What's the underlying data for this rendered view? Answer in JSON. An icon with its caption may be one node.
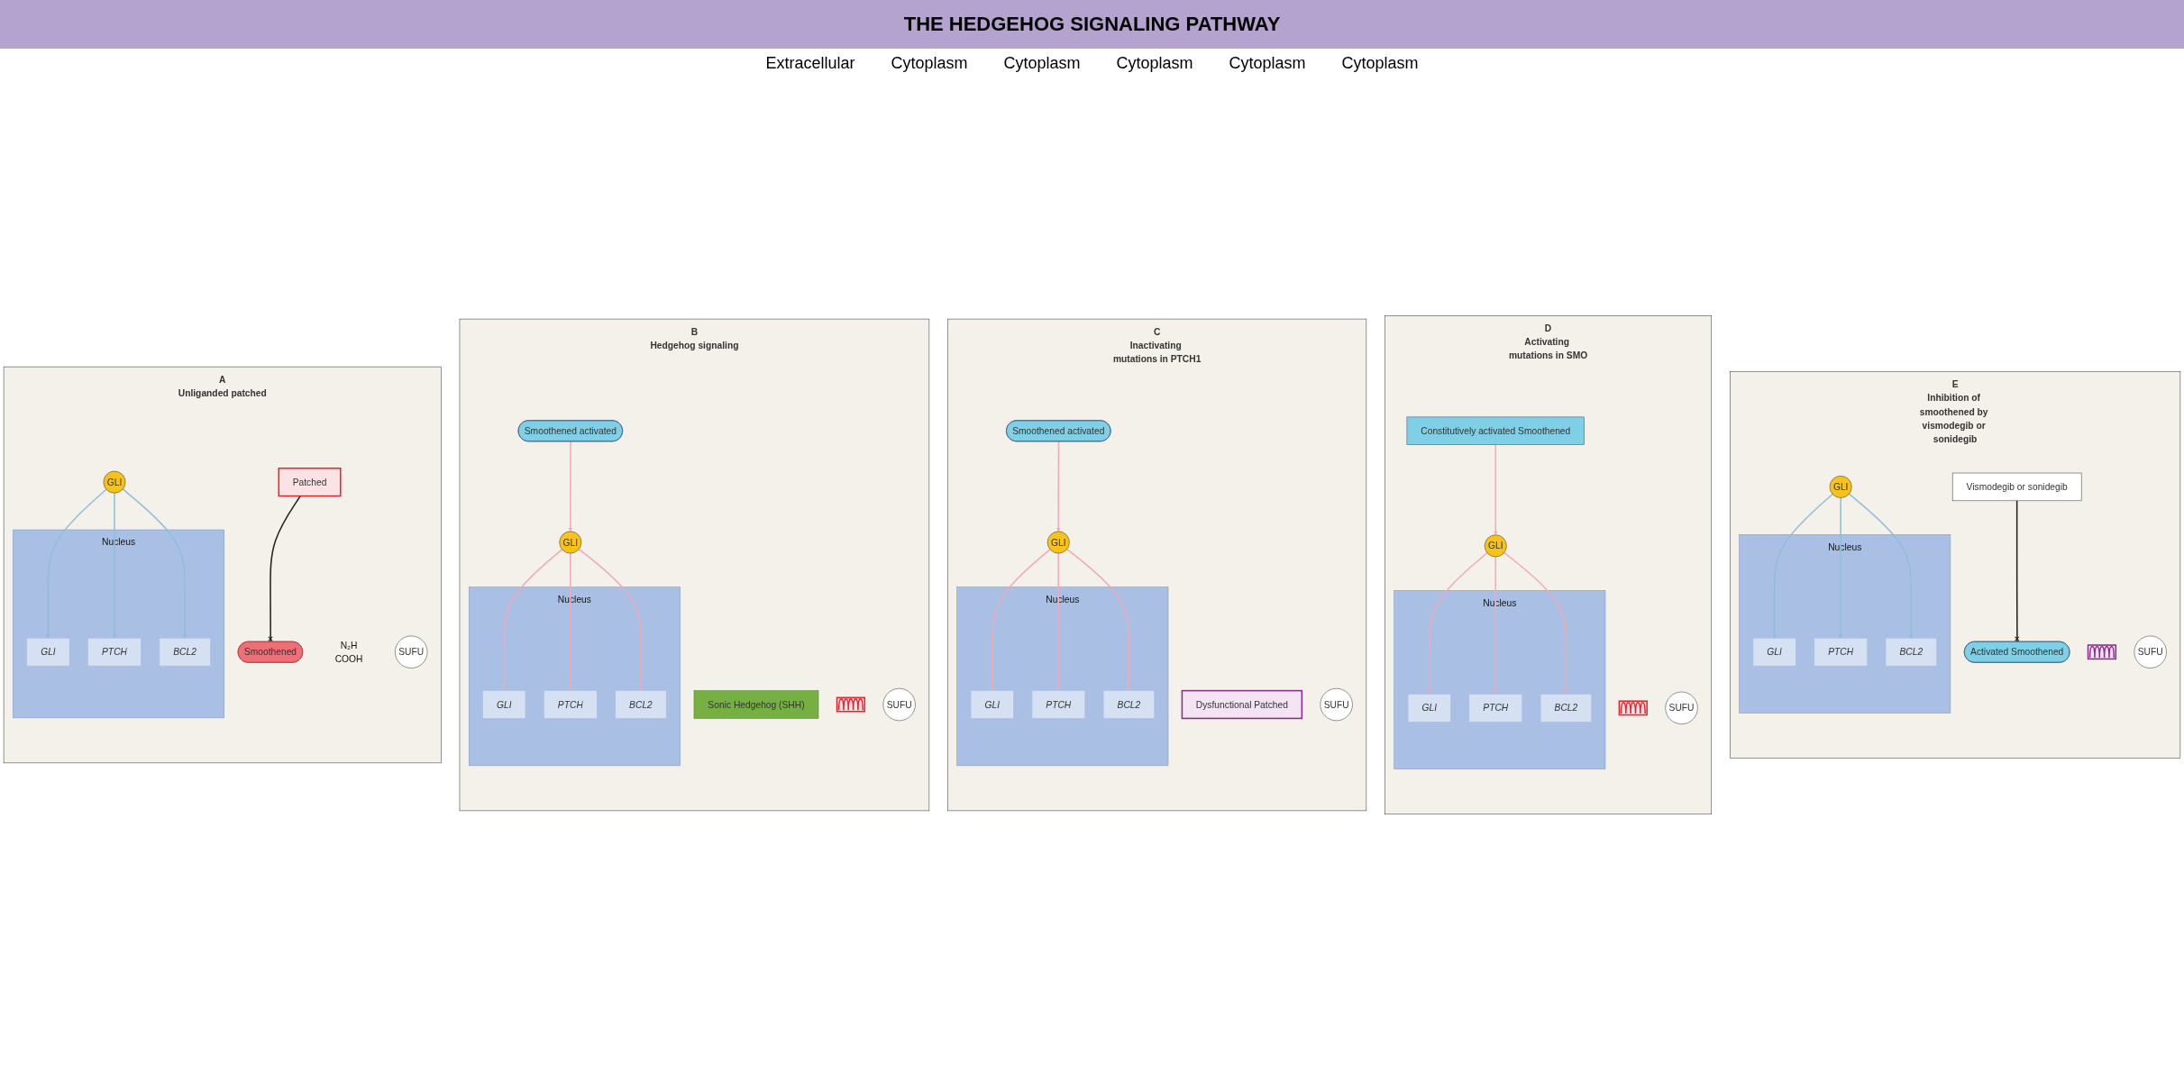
{
  "diagram": {
    "title": "THE HEDGEHOG SIGNALING PATHWAY",
    "nodes": [
      {
        "text": [
          "A",
          "Unliganded patched"
        ]
      },
      {
        "text": [
          "Patched"
        ],
        "beside": [
          "N₂H",
          "COOH"
        ],
        "in": 0
      },
      {
        "text": [
          "Smoothened"
        ],
        "in": 0
      },
      {
        "text": [
          "SUFU"
        ],
        "in": 0
      },
      {
        "text": [
          "GLI"
        ],
        "in": 0
      },
      {
        "text": [
          "Nucleus"
        ],
        "in": 0
      },
      {
        "text": [
          "GLI"
        ],
        "in": 5
      },
      {
        "text": [
          "PTCH"
        ],
        "in": 5
      },
      {
        "text": [
          "BCL2"
        ],
        "in": 5
      },
      {
        "text": [
          "B",
          "Hedgehog signaling"
        ]
      },
      {
        "text": [
          "Sonic Hedgehog (SHH)"
        ],
        "in": 9
      },
      {
        "text": [],
        "shape": "picture",
        "in": 9
      },
      {
        "text": [
          "Smoothened activated"
        ],
        "in": 9
      },
      {
        "text": [
          "GLI"
        ],
        "in": 9
      },
      {
        "text": [
          "SUFU"
        ],
        "in": 9
      },
      {
        "text": [
          "Nucleus"
        ],
        "in": 9
      },
      {
        "text": [
          "GLI"
        ],
        "in": 15
      },
      {
        "text": [
          "PTCH"
        ],
        "in": 15
      },
      {
        "text": [
          "BCL2"
        ],
        "in": 15
      },
      {
        "text": [
          "C",
          "Inactivating mutations in PTCH1"
        ]
      },
      {
        "text": [
          "Dysfunctional Patched"
        ],
        "in": 19
      },
      {
        "text": [
          "Smoothened activated"
        ],
        "in": 19
      },
      {
        "text": [
          "GLI"
        ],
        "in": 19
      },
      {
        "text": [
          "SUFU"
        ],
        "in": 19
      },
      {
        "text": [
          "Nucleus"
        ],
        "in": 19
      },
      {
        "text": [
          "GLI"
        ],
        "in": 24
      },
      {
        "text": [
          "PTCH"
        ],
        "in": 24
      },
      {
        "text": [
          "BCL2"
        ],
        "in": 24
      },
      {
        "text": [
          "D",
          "Activating mutations in SMO"
        ]
      },
      {
        "text": [],
        "shape": "picture",
        "in": 28
      },
      {
        "text": [
          "Constitutively activated Smoothened"
        ],
        "in": 28
      },
      {
        "text": [
          "GLI"
        ],
        "in": 28
      },
      {
        "text": [
          "SUFU"
        ],
        "in": 28
      },
      {
        "text": [
          "Nucleus"
        ],
        "in": 28
      },
      {
        "text": [
          "GLI"
        ],
        "in": 33
      },
      {
        "text": [
          "PTCH"
        ],
        "in": 33
      },
      {
        "text": [
          "BCL2"
        ],
        "in": 33
      },
      {
        "text": [
          "E",
          "Inhibition of smoothened by vismodegib or sonidegib"
        ]
      },
      {
        "text": [
          "Vismodegib or sonidegib"
        ],
        "in": 37
      },
      {
        "text": [],
        "shape": "picture",
        "in": 37
      },
      {
        "text": [
          "Activated Smoothened"
        ],
        "in": 37
      },
      {
        "text": [
          "SUFU"
        ],
        "in": 37
      },
      {
        "text": [
          "GLI"
        ],
        "in": 37
      },
      {
        "text": [
          "Nucleus"
        ],
        "in": 37
      },
      {
        "text": [
          "GLI"
        ],
        "in": 43
      },
      {
        "text": [
          "PTCH"
        ],
        "in": 43
      },
      {
        "text": [
          "BCL2"
        ],
        "in": 43
      }
    ],
    "edges": [
      {
        "from": 1,
        "to": 2,
        "arrow": "other",
        "color": "#222222"
      },
      {
        "from": 4,
        "to": 6,
        "arrow": "to",
        "color": "#8fbfd6"
      },
      {
        "from": 4,
        "to": 7,
        "arrow": "to",
        "color": "#8fbfd6"
      },
      {
        "from": 4,
        "to": 8,
        "arrow": "to",
        "color": "#8fbfd6"
      },
      {
        "from": 12,
        "to": 13,
        "arrow": "to"
      },
      {
        "from": 13,
        "to": 16,
        "arrow": "to"
      },
      {
        "from": 13,
        "to": 17,
        "arrow": "to"
      },
      {
        "from": 13,
        "to": 18,
        "arrow": "to"
      },
      {
        "from": 21,
        "to": 22,
        "arrow": "to"
      },
      {
        "from": 22,
        "to": 25,
        "arrow": "to"
      },
      {
        "from": 22,
        "to": 26,
        "arrow": "to"
      },
      {
        "from": 22,
        "to": 27,
        "arrow": "to"
      },
      {
        "from": 30,
        "to": 31,
        "arrow": "to"
      },
      {
        "from": 31,
        "to": 34,
        "arrow": "to"
      },
      {
        "from": 31,
        "to": 35,
        "arrow": "to"
      },
      {
        "from": 31,
        "to": 36,
        "arrow": "to"
      },
      {
        "from": 38,
        "to": 40,
        "arrow": "other",
        "color": "#222222"
      },
      {
        "from": 42,
        "to": 44,
        "arrow": "to",
        "color": "#8fbfd6"
      },
      {
        "from": 42,
        "to": 45,
        "arrow": "to",
        "color": "#8fbfd6"
      },
      {
        "from": 42,
        "to": 46,
        "arrow": "to",
        "color": "#8fbfd6"
      }
    ],
    "labels": [
      "Extracellular",
      "Cytoplasm",
      "Cytoplasm",
      "Cytoplasm",
      "Cytoplasm",
      "Cytoplasm"
    ]
  }
}
